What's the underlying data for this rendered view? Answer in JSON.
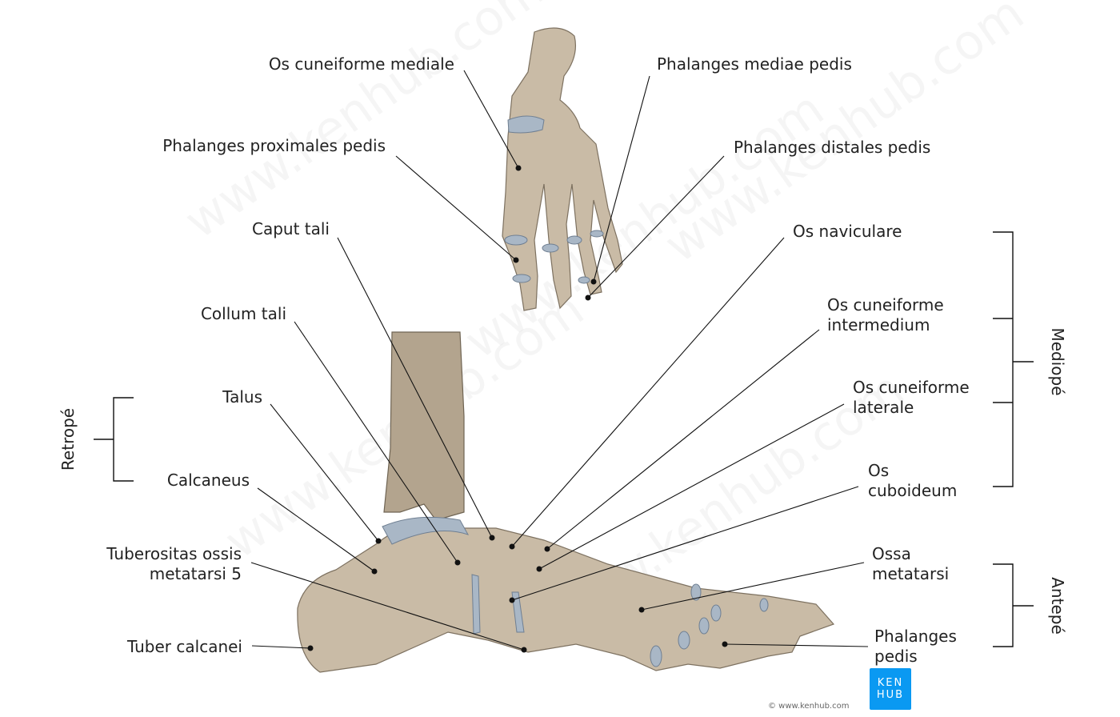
{
  "labels": {
    "cuneiforme_mediale": "Os cuneiforme mediale",
    "phalanges_mediae": "Phalanges mediae pedis",
    "phalanges_proximales": "Phalanges proximales pedis",
    "phalanges_distales": "Phalanges distales pedis",
    "caput_tali": "Caput tali",
    "os_naviculare": "Os naviculare",
    "collum_tali": "Collum tali",
    "cuneiforme_intermedium_1": "Os cuneiforme",
    "cuneiforme_intermedium_2": "intermedium",
    "talus": "Talus",
    "cuneiforme_laterale_1": "Os cuneiforme",
    "cuneiforme_laterale_2": "laterale",
    "calcaneus": "Calcaneus",
    "cuboideum_1": "Os",
    "cuboideum_2": "cuboideum",
    "tuberositas_1": "Tuberositas ossis",
    "tuberositas_2": "metatarsi 5",
    "ossa_metatarsi_1": "Ossa",
    "ossa_metatarsi_2": "metatarsi",
    "tuber_calcanei": "Tuber calcanei",
    "phalanges_pedis_1": "Phalanges",
    "phalanges_pedis_2": "pedis"
  },
  "regions": {
    "retrope": "Retropé",
    "mediope": "Mediopé",
    "antepe": "Antepé"
  },
  "brand": {
    "logo_line1": "KEN",
    "logo_line2": "HUB",
    "copyright": "© www.kenhub.com",
    "watermark": "www.kenhub.com",
    "color": "#0a99f2"
  }
}
